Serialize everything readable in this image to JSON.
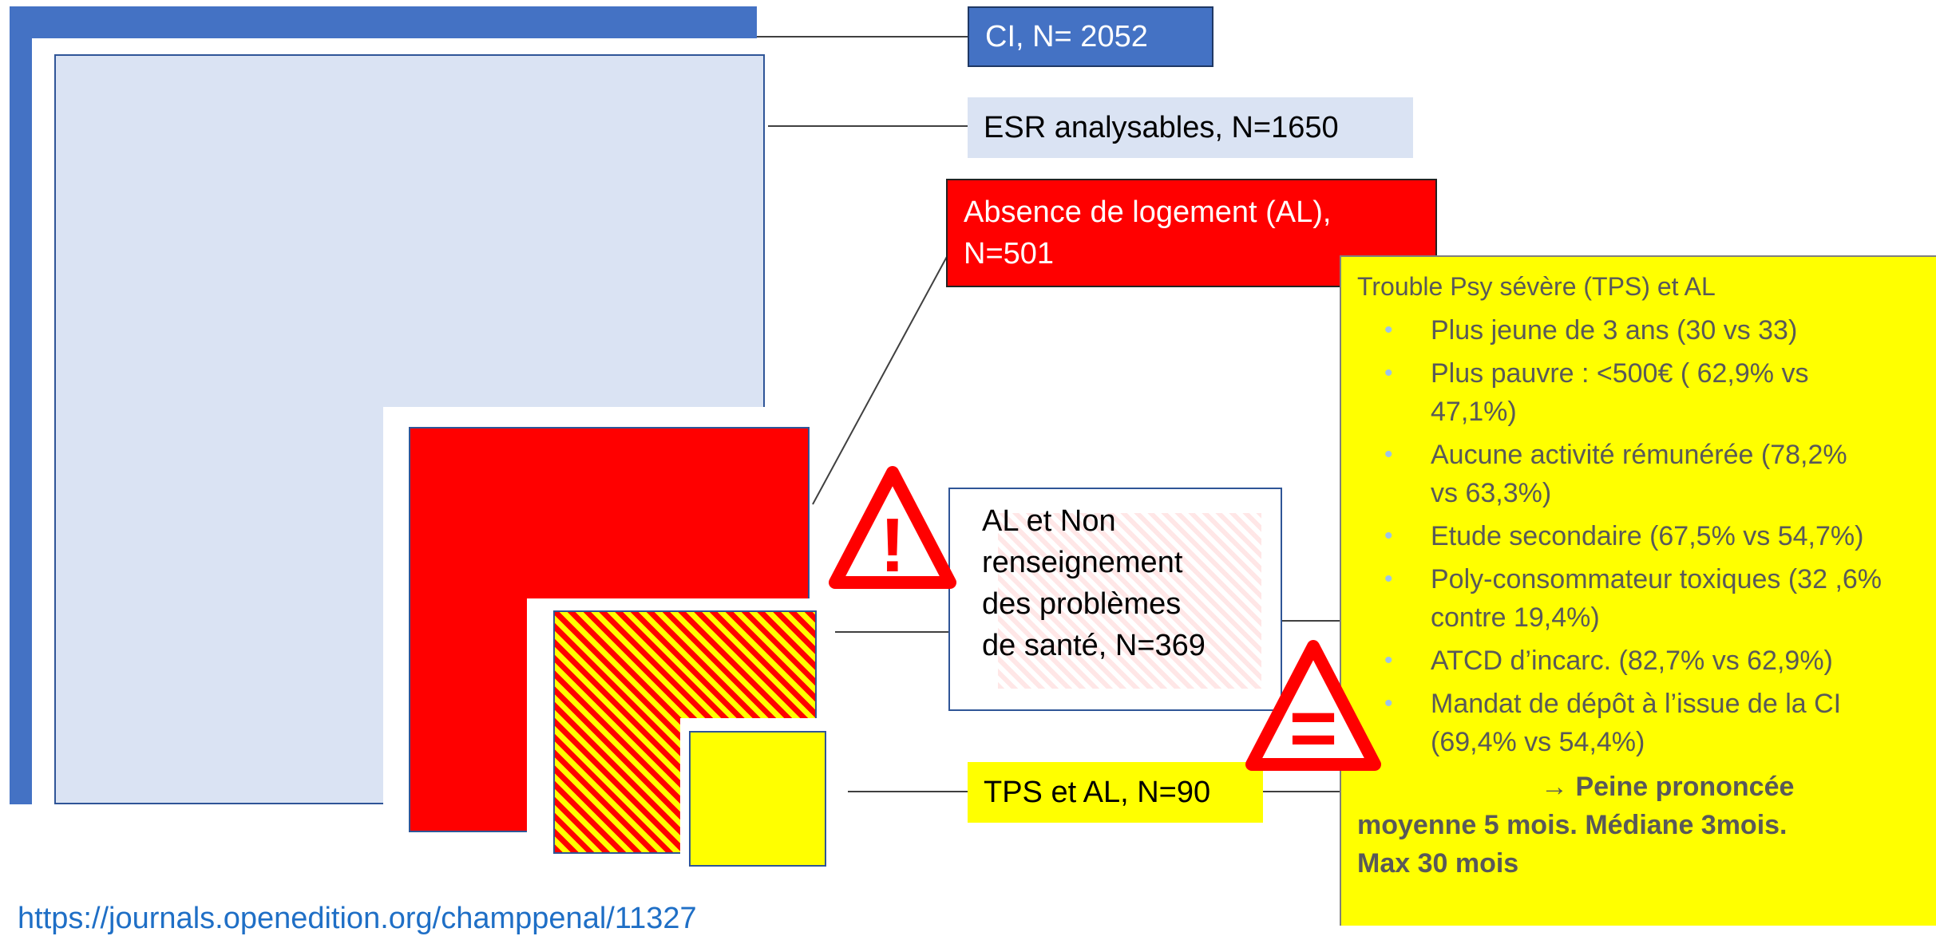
{
  "labels": {
    "ci": "CI, N= 2052",
    "esr": "ESR analysables, N=1650",
    "al_line1": "Absence de logement (AL),",
    "al_line2": "N=501",
    "nr_line1": "AL et Non",
    "nr_line2": "renseignement",
    "nr_line3": "des problèmes",
    "nr_line4": "de santé, N=369",
    "tps": "TPS et AL, N=90"
  },
  "panel": {
    "title": "Trouble Psy sévère (TPS) et AL",
    "bullet_glyph": "•",
    "items": [
      [
        "Plus jeune de 3 ans (30 vs 33)"
      ],
      [
        "Plus pauvre : <500€ ( 62,9% vs",
        "47,1%)"
      ],
      [
        "Aucune activité rémunérée (78,2%",
        "vs 63,3%)"
      ],
      [
        "Etude secondaire (67,5% vs 54,7%)"
      ],
      [
        "Poly-consommateur toxiques (32 ,6%",
        "contre 19,4%)"
      ],
      [
        "ATCD d’incarc. (82,7% vs 62,9%)"
      ],
      [
        "Mandat de dépôt à l’issue de la CI",
        "(69,4% vs 54,4%)"
      ]
    ],
    "conclusion_arrow": "→",
    "conclusion_line1": "Peine prononcée",
    "conclusion_line2": "moyenne 5 mois. Médiane 3mois.",
    "conclusion_line3": "Max 30 mois"
  },
  "warnings": {
    "exclamation": "!",
    "equals": "="
  },
  "footer": {
    "url": "https://journals.openedition.org/champpenal/11327"
  },
  "colors": {
    "ci_blue": "#4472c4",
    "esr_light_blue": "#dae3f3",
    "al_red": "#ff0000",
    "tps_yellow": "#ffff00",
    "panel_text": "#595959",
    "link_blue": "#1f6fc6"
  }
}
